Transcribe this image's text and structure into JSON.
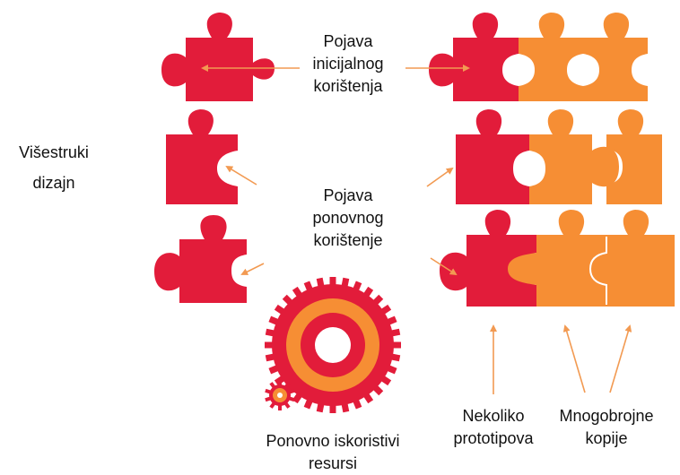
{
  "labels": {
    "initial_use": [
      "Pojava",
      "inicijalnog",
      "korištenja"
    ],
    "multiple_design": [
      "Višestruki",
      "dizajn"
    ],
    "reuse": [
      "Pojava",
      "ponovnog",
      "korištenje"
    ],
    "reusable_resources": [
      "Ponovno iskoristivi",
      "resursi"
    ],
    "few_prototypes": [
      "Nekoliko",
      "prototipova"
    ],
    "many_copies": [
      "Mnogobrojne",
      "kopije"
    ]
  },
  "colors": {
    "prototype": "#e21c3a",
    "copy": "#f68e34",
    "arrow": "#f29a52",
    "gear_outer": "#e21c3a",
    "gear_inner": "#f68e34"
  },
  "icons": [
    "puzzle-piece-icon",
    "gear-icon",
    "arrow-icon"
  ]
}
